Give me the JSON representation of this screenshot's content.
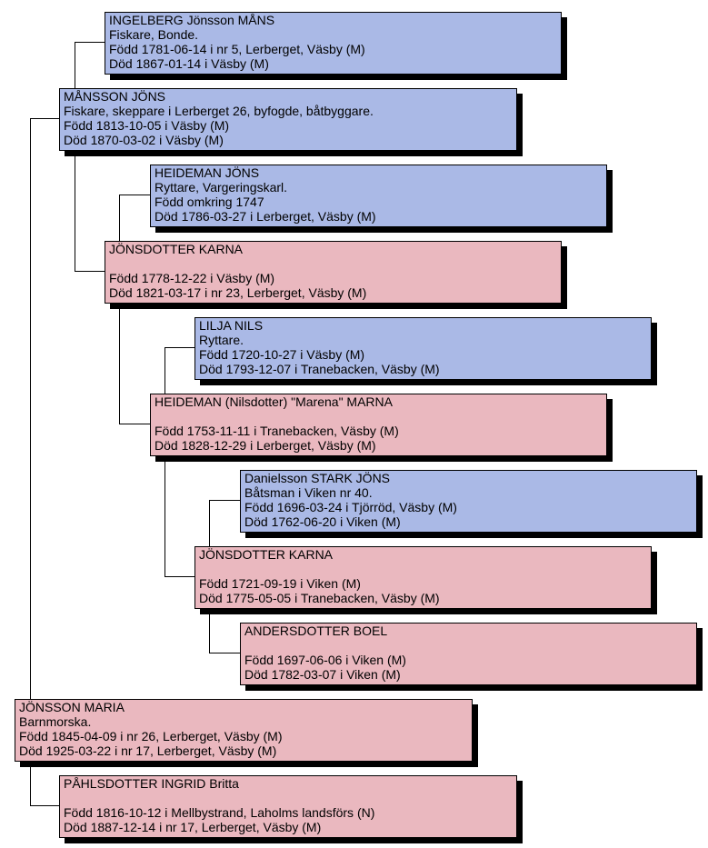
{
  "colors": {
    "male": "#aab9e6",
    "female": "#eab8bf",
    "shadow": "#000000"
  },
  "people": [
    {
      "id": "p1",
      "sex": "male",
      "lines": [
        "INGELBERG Jönsson  MÅNS",
        "Fiskare, Bonde.",
        "Född 1781-06-14 i nr 5, Lerberget, Väsby (M)",
        "Död 1867-01-14 i Väsby (M)"
      ]
    },
    {
      "id": "p2",
      "sex": "male",
      "lines": [
        "MÅNSSON  JÖNS",
        "Fiskare, skeppare i Lerberget 26, byfogde, båtbyggare.",
        "Född 1813-10-05 i Väsby (M)",
        "Död 1870-03-02 i Väsby (M)"
      ]
    },
    {
      "id": "p3",
      "sex": "male",
      "lines": [
        "HEIDEMAN  JÖNS",
        "Ryttare, Vargeringskarl.",
        "Född omkring 1747",
        "Död 1786-03-27 i Lerberget, Väsby (M)"
      ]
    },
    {
      "id": "p4",
      "sex": "female",
      "lines": [
        "JÖNSDOTTER  KARNA",
        "",
        "Född 1778-12-22 i Väsby (M)",
        "Död 1821-03-17 i nr 23, Lerberget, Väsby (M)"
      ]
    },
    {
      "id": "p5",
      "sex": "male",
      "lines": [
        "LILJA  NILS",
        "Ryttare.",
        "Född 1720-10-27 i Väsby (M)",
        "Död 1793-12-07 i Tranebacken, Väsby (M)"
      ]
    },
    {
      "id": "p6",
      "sex": "female",
      "lines": [
        "HEIDEMAN (Nilsdotter)  \"Marena\" MARNA",
        "",
        "Född 1753-11-11 i Tranebacken, Väsby (M)",
        "Död 1828-12-29 i Lerberget, Väsby (M)"
      ]
    },
    {
      "id": "p7",
      "sex": "male",
      "lines": [
        "Danielsson STARK  JÖNS",
        "Båtsman i Viken nr 40.",
        "Född 1696-03-24 i Tjörröd, Väsby (M)",
        "Död 1762-06-20 i Viken (M)"
      ]
    },
    {
      "id": "p8",
      "sex": "female",
      "lines": [
        "JÖNSDOTTER  KARNA",
        "",
        "Född 1721-09-19 i Viken (M)",
        "Död 1775-05-05 i Tranebacken, Väsby (M)"
      ]
    },
    {
      "id": "p9",
      "sex": "female",
      "lines": [
        "ANDERSDOTTER  BOEL",
        "",
        "Född 1697-06-06 i Viken (M)",
        "Död 1782-03-07 i Viken (M)"
      ]
    },
    {
      "id": "p10",
      "sex": "female",
      "lines": [
        "JÖNSSON  MARIA",
        "Barnmorska.",
        "Född 1845-04-09 i nr 26, Lerberget, Väsby (M)",
        "Död 1925-03-22 i nr 17, Lerberget, Väsby (M)"
      ]
    },
    {
      "id": "p11",
      "sex": "female",
      "lines": [
        "PÅHLSDOTTER  INGRID Britta",
        "",
        "Född 1816-10-12 i Mellbystrand, Laholms landsförs (N)",
        "Död 1887-12-14 i nr 17, Lerberget, Väsby (M)"
      ]
    }
  ]
}
